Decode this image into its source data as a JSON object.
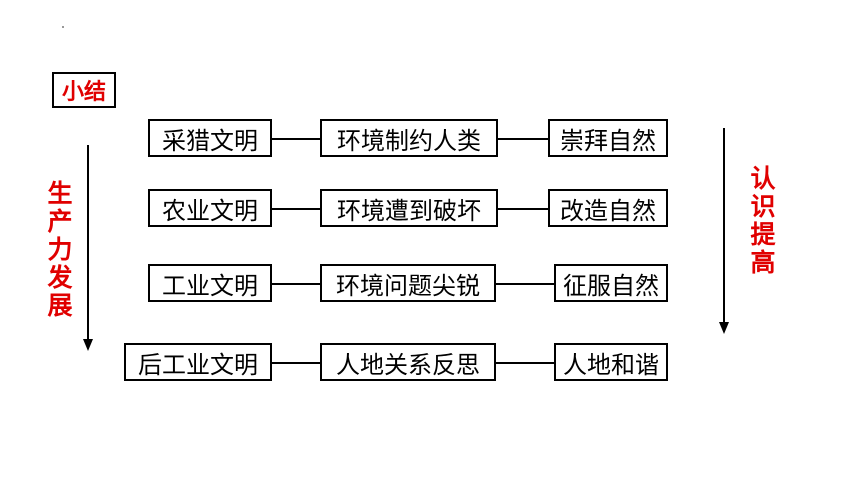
{
  "title": "小结",
  "left_label": "生产力发展",
  "right_label": "认识提高",
  "rows": [
    {
      "stage": "采猎文明",
      "relation": "环境制约人类",
      "attitude": "崇拜自然"
    },
    {
      "stage": "农业文明",
      "relation": "环境遭到破坏",
      "attitude": "改造自然"
    },
    {
      "stage": "工业文明",
      "relation": "环境问题尖锐",
      "attitude": "征服自然"
    },
    {
      "stage": "后工业文明",
      "relation": "人地关系反思",
      "attitude": "人地和谐"
    }
  ],
  "colors": {
    "accent": "#e00000",
    "border": "#000000"
  }
}
